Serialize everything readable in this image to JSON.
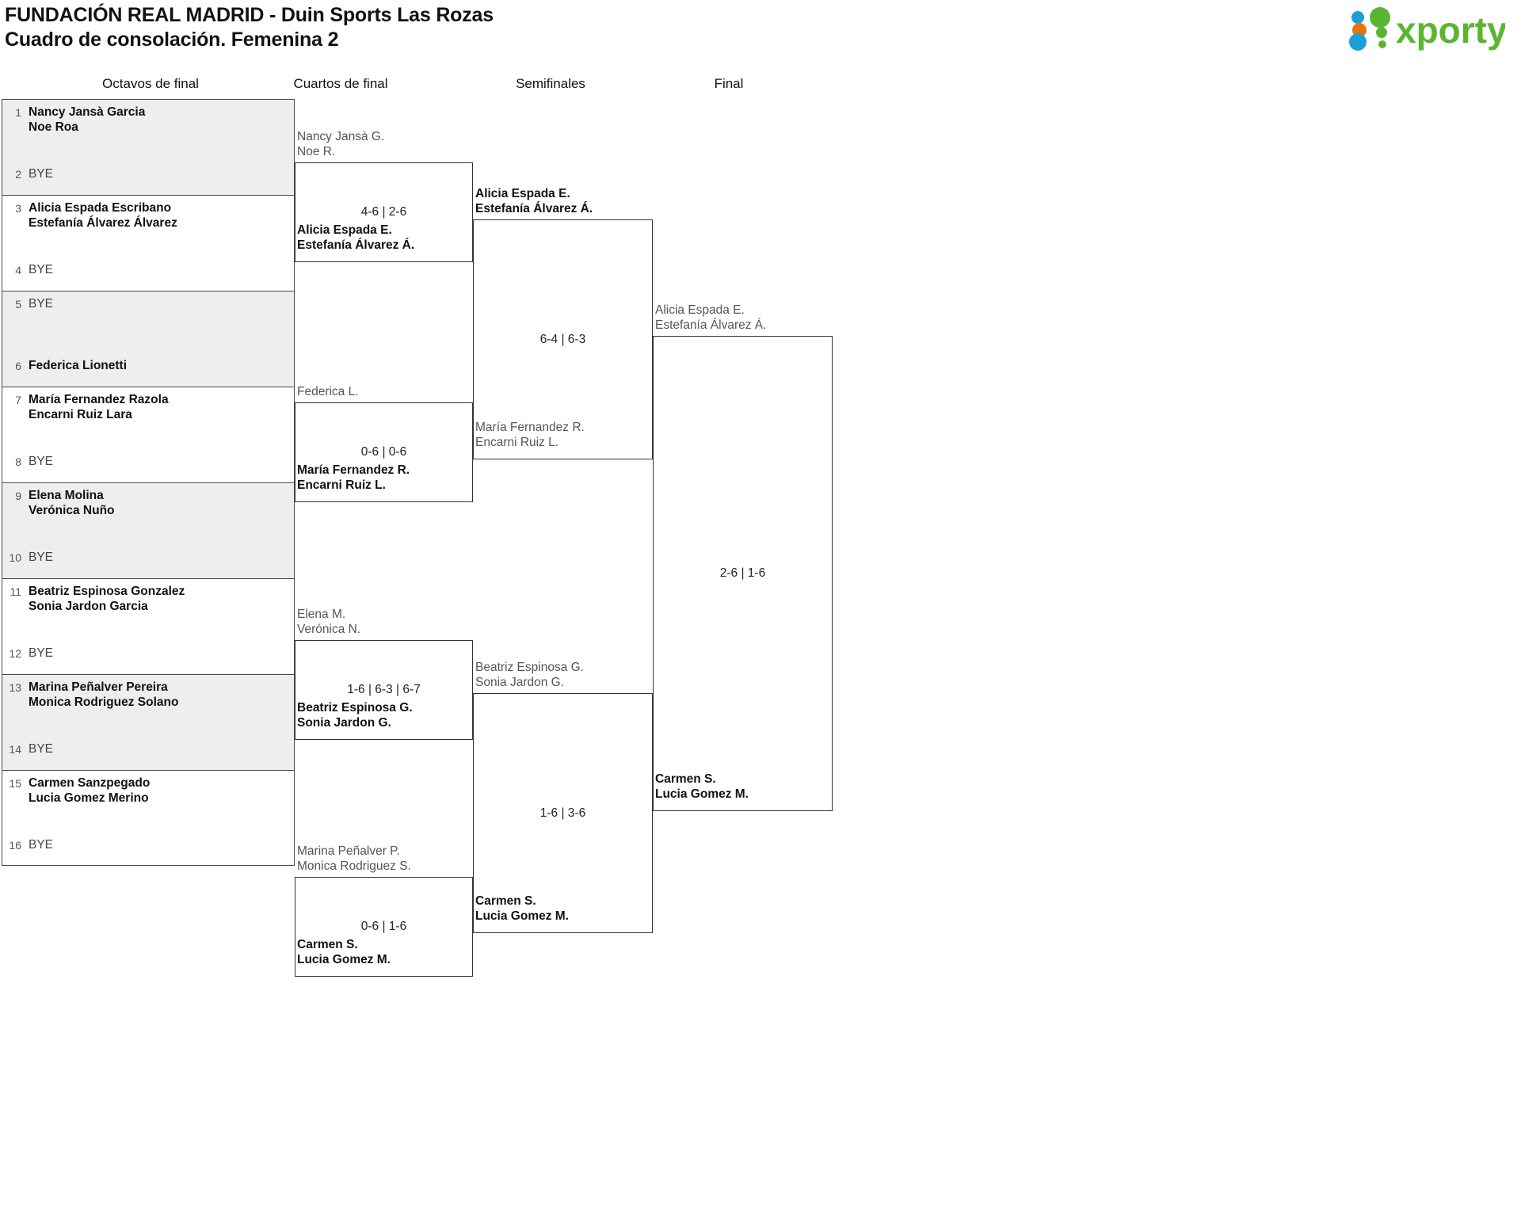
{
  "header": {
    "title_line1": "FUNDACIÓN REAL MADRID - Duin Sports Las Rozas",
    "title_line2": "Cuadro de consolación. Femenina 2",
    "logo_text": "xporty"
  },
  "colors": {
    "logo_green": "#5cb531",
    "logo_blue": "#1b9fd8",
    "logo_orange": "#e8730c",
    "row_shaded": "#eeeeee",
    "border": "#4a4a4a",
    "winner_text": "#111111",
    "loser_text": "#555555"
  },
  "rounds": [
    {
      "label": "Octavos de final"
    },
    {
      "label": "Cuartos de final"
    },
    {
      "label": "Semifinales"
    },
    {
      "label": "Final"
    }
  ],
  "bracket": {
    "seeds": [
      {
        "num": "1",
        "line1": "Nancy Jansà Garcia",
        "line2": "Noe Roa",
        "bye": false
      },
      {
        "num": "2",
        "line1": "BYE",
        "line2": "",
        "bye": true
      },
      {
        "num": "3",
        "line1": "Alicia Espada Escribano",
        "line2": "Estefanía Álvarez Álvarez",
        "bye": false
      },
      {
        "num": "4",
        "line1": "BYE",
        "line2": "",
        "bye": true
      },
      {
        "num": "5",
        "line1": "BYE",
        "line2": "",
        "bye": true
      },
      {
        "num": "6",
        "line1": "Federica Lionetti",
        "line2": "",
        "bye": false
      },
      {
        "num": "7",
        "line1": "María Fernandez Razola",
        "line2": "Encarni Ruiz Lara",
        "bye": false
      },
      {
        "num": "8",
        "line1": "BYE",
        "line2": "",
        "bye": true
      },
      {
        "num": "9",
        "line1": "Elena Molina",
        "line2": "Verónica Nuño",
        "bye": false
      },
      {
        "num": "10",
        "line1": "BYE",
        "line2": "",
        "bye": true
      },
      {
        "num": "11",
        "line1": "Beatriz Espinosa Gonzalez",
        "line2": "Sonia Jardon Garcia",
        "bye": false
      },
      {
        "num": "12",
        "line1": "BYE",
        "line2": "",
        "bye": true
      },
      {
        "num": "13",
        "line1": "Marina Peñalver Pereira",
        "line2": "Monica Rodriguez Solano",
        "bye": false
      },
      {
        "num": "14",
        "line1": "BYE",
        "line2": "",
        "bye": true
      },
      {
        "num": "15",
        "line1": "Carmen Sanzpegado",
        "line2": "Lucia Gomez Merino",
        "bye": false
      },
      {
        "num": "16",
        "line1": "BYE",
        "line2": "",
        "bye": true
      }
    ],
    "quarterfinals": [
      {
        "score": "4-6 | 2-6",
        "top": {
          "line1": "Nancy Jansà G.",
          "line2": "Noe R.",
          "result": "loser"
        },
        "bottom": {
          "line1": "Alicia Espada E.",
          "line2": "Estefanía Álvarez Á.",
          "result": "winner"
        }
      },
      {
        "score": "0-6 | 0-6",
        "top": {
          "line1": "Federica L.",
          "line2": "",
          "result": "loser"
        },
        "bottom": {
          "line1": "María Fernandez R.",
          "line2": "Encarni Ruiz L.",
          "result": "winner"
        }
      },
      {
        "score": "1-6 | 6-3 | 6-7",
        "top": {
          "line1": "Elena M.",
          "line2": "Verónica N.",
          "result": "loser"
        },
        "bottom": {
          "line1": "Beatriz Espinosa G.",
          "line2": "Sonia Jardon G.",
          "result": "winner"
        }
      },
      {
        "score": "0-6 | 1-6",
        "top": {
          "line1": "Marina Peñalver P.",
          "line2": "Monica Rodriguez S.",
          "result": "loser"
        },
        "bottom": {
          "line1": "Carmen S.",
          "line2": "Lucia Gomez M.",
          "result": "winner"
        }
      }
    ],
    "semifinals": [
      {
        "score": "6-4 | 6-3",
        "top": {
          "line1": "Alicia Espada E.",
          "line2": "Estefanía Álvarez Á.",
          "result": "winner"
        },
        "bottom": {
          "line1": "María Fernandez R.",
          "line2": "Encarni Ruiz L.",
          "result": "loser"
        }
      },
      {
        "score": "1-6 | 3-6",
        "top": {
          "line1": "Beatriz Espinosa G.",
          "line2": "Sonia Jardon G.",
          "result": "loser"
        },
        "bottom": {
          "line1": "Carmen S.",
          "line2": "Lucia Gomez M.",
          "result": "winner"
        }
      }
    ],
    "final": [
      {
        "score": "2-6 | 1-6",
        "top": {
          "line1": "Alicia Espada E.",
          "line2": "Estefanía Álvarez Á.",
          "result": "loser"
        },
        "bottom": {
          "line1": "Carmen S.",
          "line2": "Lucia Gomez M.",
          "result": "winner"
        }
      }
    ]
  }
}
